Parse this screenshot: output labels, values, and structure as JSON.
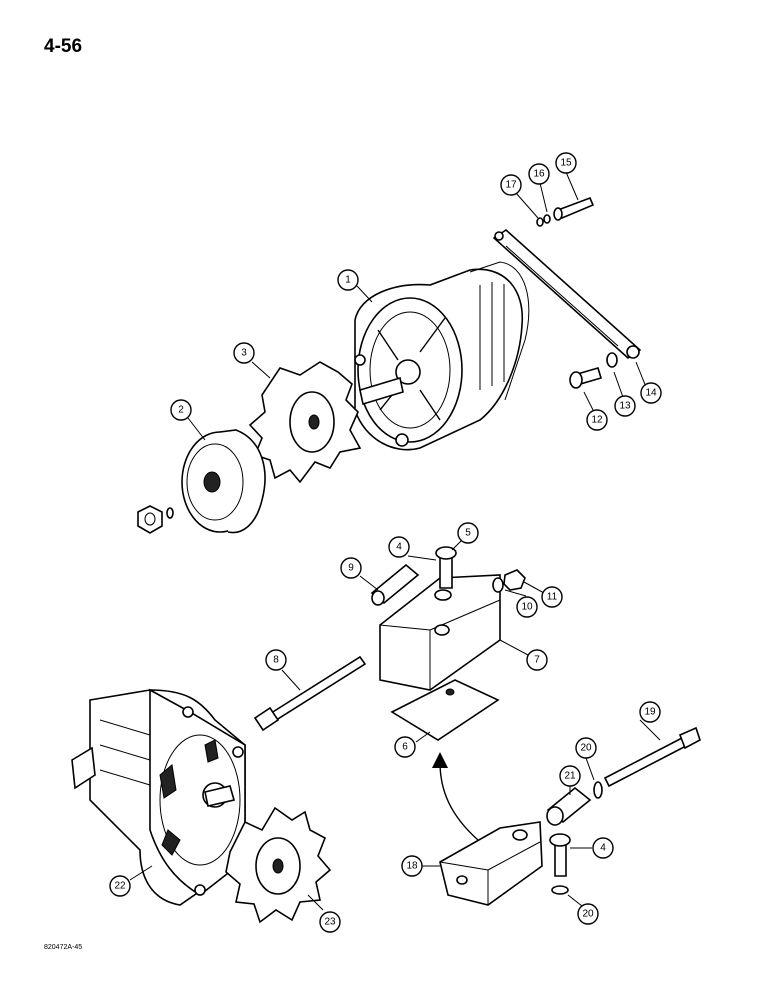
{
  "page": {
    "number": "4-56",
    "reference_code": "820472A-45"
  },
  "callouts": {
    "c1": "1",
    "c2": "2",
    "c3": "3",
    "c4a": "4",
    "c4b": "4",
    "c5": "5",
    "c6": "6",
    "c7": "7",
    "c8": "8",
    "c9": "9",
    "c10": "10",
    "c11": "11",
    "c12": "12",
    "c13": "13",
    "c14": "14",
    "c15": "15",
    "c16": "16",
    "c17": "17",
    "c18": "18",
    "c19": "19",
    "c20a": "20",
    "c20b": "20",
    "c21": "21",
    "c22": "22",
    "c23": "23"
  }
}
